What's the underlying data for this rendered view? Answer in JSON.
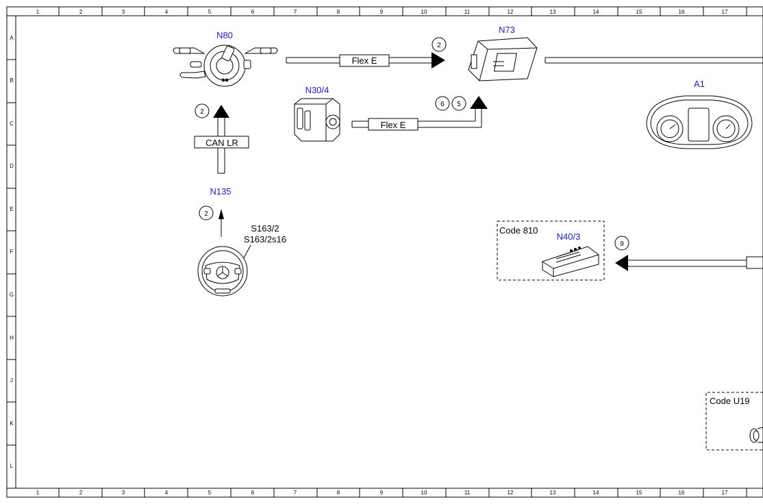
{
  "grid": {
    "columns": [
      "1",
      "2",
      "3",
      "4",
      "5",
      "6",
      "7",
      "8",
      "9",
      "10",
      "11",
      "12",
      "13",
      "14",
      "15",
      "16",
      "17"
    ],
    "rows": [
      "A",
      "B",
      "C",
      "D",
      "E",
      "F",
      "G",
      "H",
      "J",
      "K",
      "L"
    ]
  },
  "components": {
    "n80": "N80",
    "n73": "N73",
    "a1": "A1",
    "n30_4": "N30/4",
    "n135": "N135",
    "s163_2": "S163/2",
    "s163_2s16": "S163/2s16",
    "n40_3": "N40/3"
  },
  "buses": {
    "flex_e_top": "Flex E",
    "flex_e_mid": "Flex E",
    "can_lr": "CAN LR"
  },
  "codes": {
    "code_810": "Code 810",
    "code_u19": "Code U19"
  },
  "markers": {
    "m_n80_n73": "2",
    "m_can_lr": "2",
    "m_steering": "2",
    "m_six": "6",
    "m_five": "5",
    "m_nine": "9"
  }
}
